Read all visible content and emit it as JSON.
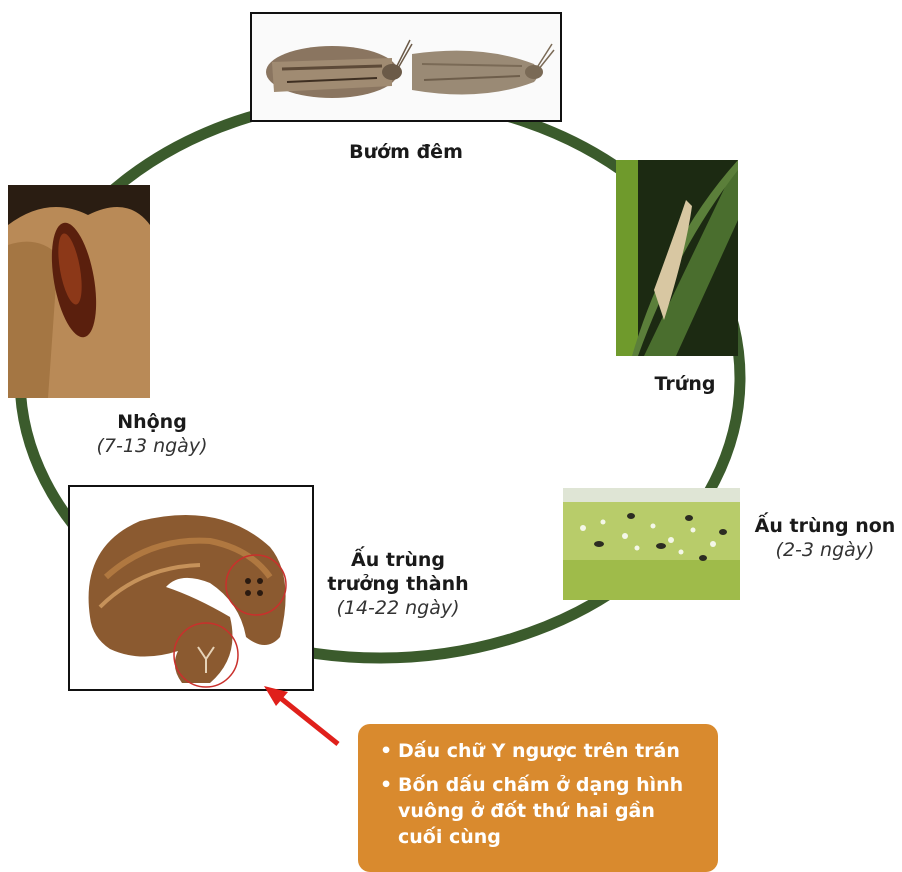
{
  "stages": {
    "moth": {
      "label": "Bướm đêm"
    },
    "egg": {
      "label": "Trứng"
    },
    "young_larva": {
      "label": "Ấu trùng non",
      "duration": "(2-3 ngày)"
    },
    "mature_larva": {
      "label_line1": "Ấu trùng",
      "label_line2": "trưởng thành",
      "duration": "(14-22 ngày)"
    },
    "pupa": {
      "label": "Nhộng",
      "duration": "(7-13 ngày)"
    }
  },
  "callout": {
    "items": [
      "Dấu chữ Y ngược trên trán",
      "Bốn dấu chấm ở dạng hình vuông ở đốt thứ hai gần cuối cùng"
    ]
  },
  "colors": {
    "cycle_ring": "#3b5b2c",
    "callout_bg": "#d98a2e",
    "arrow": "#e0201b",
    "highlight_circle": "#c9302c"
  }
}
